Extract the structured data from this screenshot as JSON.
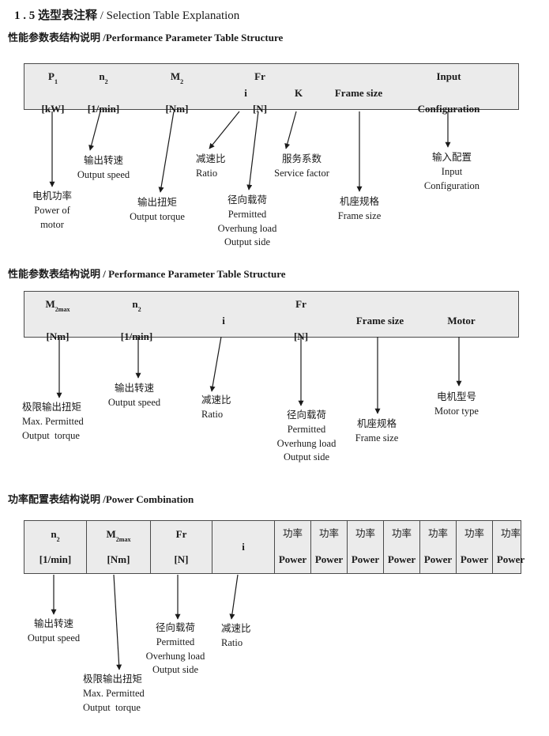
{
  "title": {
    "zh": "1 . 5 选型表注释",
    "en": "/ Selection Table Explanation"
  },
  "section1": {
    "heading": "性能参数表结构说明 /Performance Parameter Table Structure",
    "cols": [
      {
        "base": "P",
        "sub": "1",
        "unit": "[kW]"
      },
      {
        "base": "n",
        "sub": "2",
        "unit": "[1/min]"
      },
      {
        "base": "M",
        "sub": "2",
        "unit": "[Nm]"
      },
      {
        "base": "i"
      },
      {
        "base": "Fr",
        "unit": "[N]"
      },
      {
        "base": "K"
      },
      {
        "base": "Frame size"
      },
      {
        "base": "Input",
        "unit": "Configuration"
      }
    ],
    "labels": [
      {
        "text": "电机功率\nPower of\nmotor"
      },
      {
        "text": "输出转速\nOutput speed"
      },
      {
        "text": "输出扭矩\nOutput torque"
      },
      {
        "text": "减速比\nRatio"
      },
      {
        "text": "径向载荷\nPermitted\nOverhung load\nOutput side"
      },
      {
        "text": "服务系数\nService factor"
      },
      {
        "text": "机座规格\nFrame size"
      },
      {
        "text": "输入配置\nInput\nConfiguration"
      }
    ]
  },
  "section2": {
    "heading": "性能参数表结构说明 / Performance Parameter Table Structure",
    "cols": [
      {
        "base": "M",
        "sub": "2max",
        "unit": "[Nm]"
      },
      {
        "base": "n",
        "sub": "2",
        "unit": "[1/min]"
      },
      {
        "base": "i"
      },
      {
        "base": "Fr",
        "unit": "[N]"
      },
      {
        "base": "Frame size"
      },
      {
        "base": "Motor"
      }
    ],
    "labels": [
      {
        "text": "极限输出扭矩\nMax. Permitted\nOutput  torque"
      },
      {
        "text": "输出转速\nOutput speed"
      },
      {
        "text": "减速比\nRatio"
      },
      {
        "text": "径向载荷\nPermitted\nOverhung load\nOutput side"
      },
      {
        "text": "机座规格\nFrame size"
      },
      {
        "text": "电机型号\nMotor type"
      }
    ]
  },
  "section3": {
    "heading": "功率配置表结构说明 /Power Combination",
    "cols": [
      {
        "base": "n",
        "sub": "2",
        "unit": "[1/min]"
      },
      {
        "base": "M",
        "sub": "2max",
        "unit": "[Nm]"
      },
      {
        "base": "Fr",
        "unit": "[N]"
      },
      {
        "base": "i"
      }
    ],
    "power_cols": [
      {
        "zh": "功率",
        "en": "Power"
      },
      {
        "zh": "功率",
        "en": "Power"
      },
      {
        "zh": "功率",
        "en": "Power"
      },
      {
        "zh": "功率",
        "en": "Power"
      },
      {
        "zh": "功率",
        "en": "Power"
      },
      {
        "zh": "功率",
        "en": "Power"
      },
      {
        "zh": "功率",
        "en": "Power"
      }
    ],
    "labels": [
      {
        "text": "输出转速\nOutput speed"
      },
      {
        "text": "极限输出扭矩\nMax. Permitted\nOutput  torque"
      },
      {
        "text": "径向载荷\nPermitted\nOverhung load\nOutput side"
      },
      {
        "text": "减速比\nRatio"
      }
    ]
  }
}
